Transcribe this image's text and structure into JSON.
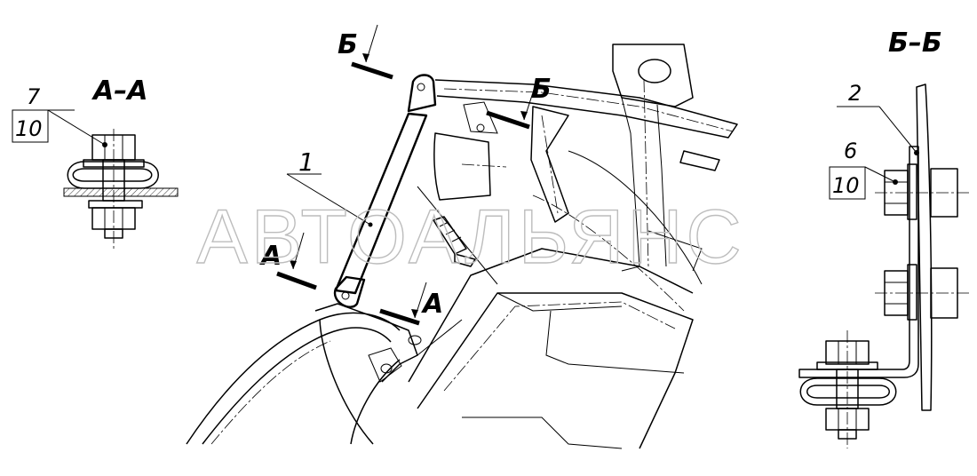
{
  "watermark": "АВТОАЛЬЯНС",
  "sections": {
    "aa_title": "А–А",
    "bb_title": "Б–Б"
  },
  "cut_marks": {
    "a_left": "А",
    "a_right": "А",
    "b_left": "Б",
    "b_right": "Б"
  },
  "callouts": {
    "item_1": "1",
    "item_2": "2",
    "item_6": "6",
    "item_6_qty": "10",
    "item_7": "7",
    "item_7_qty": "10"
  }
}
